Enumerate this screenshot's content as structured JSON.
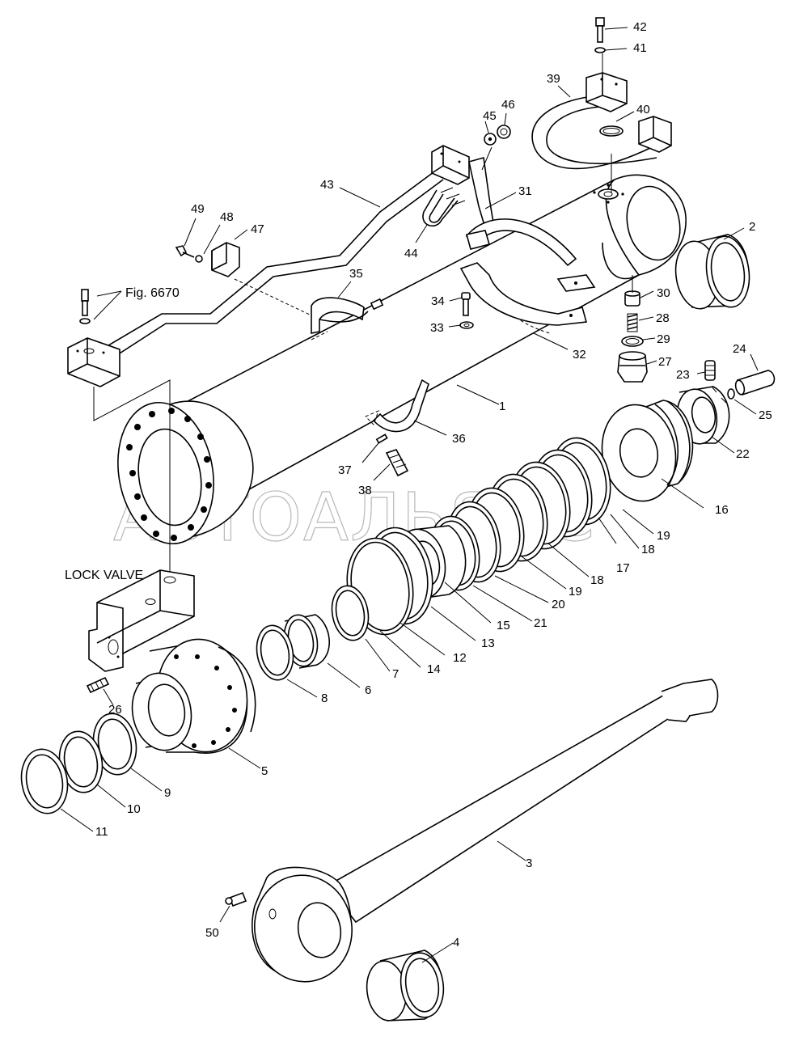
{
  "watermark": "АВТОАЛЬЯНС",
  "labels": {
    "l1": "1",
    "l2": "2",
    "l3": "3",
    "l4": "4",
    "l5": "5",
    "l6": "6",
    "l7": "7",
    "l8": "8",
    "l9": "9",
    "l10": "10",
    "l11": "11",
    "l12": "12",
    "l13": "13",
    "l14": "14",
    "l15": "15",
    "l16": "16",
    "l17": "17",
    "l18a": "18",
    "l18b": "18",
    "l19a": "19",
    "l19b": "19",
    "l20": "20",
    "l21": "21",
    "l22": "22",
    "l23": "23",
    "l24": "24",
    "l25": "25",
    "l26": "26",
    "l27": "27",
    "l28": "28",
    "l29": "29",
    "l30": "30",
    "l31": "31",
    "l32": "32",
    "l33": "33",
    "l34": "34",
    "l35": "35",
    "l36": "36",
    "l37": "37",
    "l38": "38",
    "l39": "39",
    "l40": "40",
    "l41": "41",
    "l42": "42",
    "l43": "43",
    "l44": "44",
    "l45": "45",
    "l46": "46",
    "l47": "47",
    "l48": "48",
    "l49": "49",
    "l50": "50"
  },
  "fig_ref": "Fig. 6670",
  "lock_valve": "LOCK VALVE"
}
